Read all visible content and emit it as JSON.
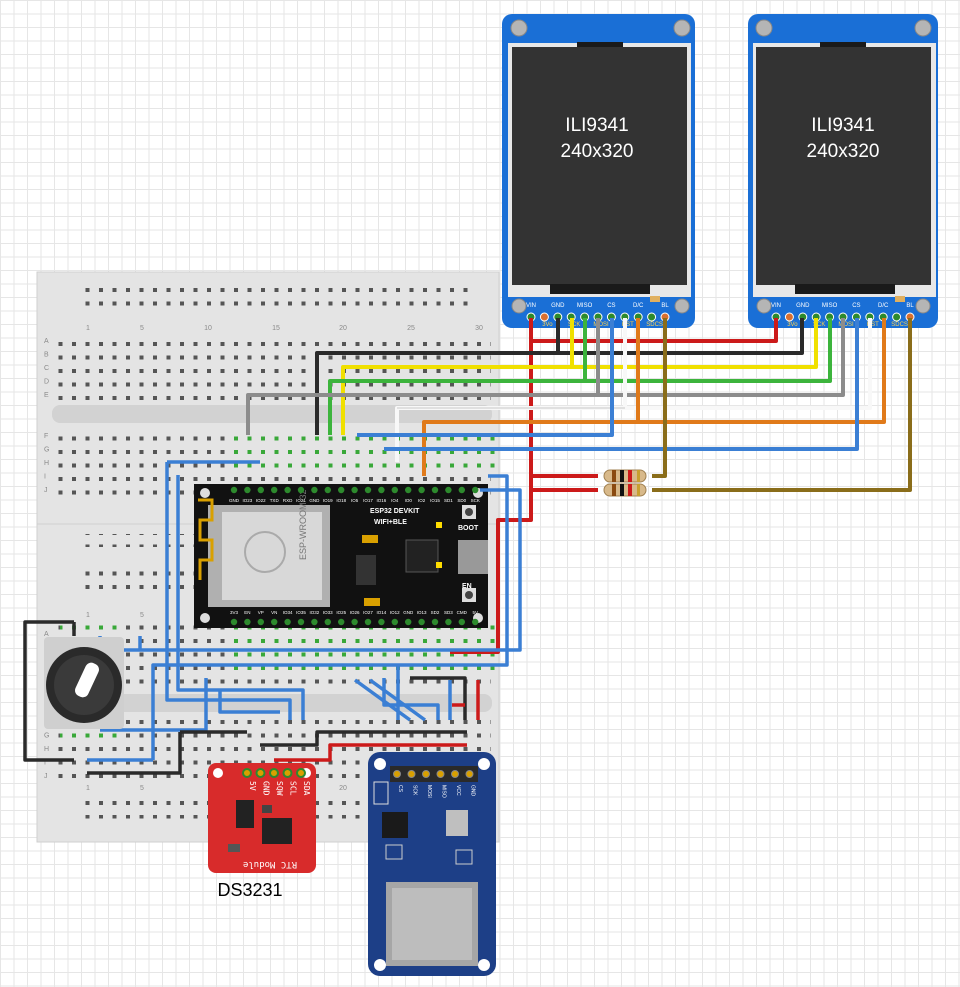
{
  "displays": [
    {
      "model": "ILI9341",
      "resolution": "240x320",
      "pins": [
        "VIN",
        "GND",
        "MISO",
        "CS",
        "D/C",
        "BL"
      ],
      "sub_pins": [
        "3Vo",
        "SCK",
        "MOSI",
        "RST",
        "SDCS"
      ]
    },
    {
      "model": "ILI9341",
      "resolution": "240x320",
      "pins": [
        "VIN",
        "GND",
        "MISO",
        "CS",
        "D/C",
        "BL"
      ],
      "sub_pins": [
        "3Vo",
        "SCK",
        "MOSI",
        "RST",
        "SDCS"
      ]
    }
  ],
  "breadboard": {
    "col_numbers": [
      "1",
      "5",
      "10",
      "15",
      "20",
      "25",
      "30"
    ],
    "rows_top": [
      "A",
      "B",
      "C",
      "D",
      "E"
    ],
    "rows_bottom": [
      "F",
      "G",
      "H",
      "I",
      "J"
    ],
    "lower_col_numbers": [
      "1",
      "5",
      "20"
    ]
  },
  "esp32": {
    "title": "ESP32 DEVKIT",
    "subtitle": "WIFI+BLE",
    "boot_label": "BOOT",
    "en_label": "EN",
    "module_text": "ESP-WROOM-32",
    "top_pins": [
      "GND",
      "IO23",
      "IO22",
      "TXD",
      "RXD",
      "IO21",
      "GND",
      "IO19",
      "IO18",
      "IO5",
      "IO17",
      "IO16",
      "IO4",
      "IO0",
      "IO2",
      "IO15",
      "SD1",
      "SD0",
      "SCK"
    ],
    "bottom_pins": [
      "3V3",
      "EN",
      "VP",
      "VN",
      "IO34",
      "IO35",
      "IO32",
      "IO33",
      "IO25",
      "IO26",
      "IO27",
      "IO14",
      "IO12",
      "GND",
      "IO13",
      "SD2",
      "SD3",
      "CMD",
      "5V"
    ]
  },
  "rtc": {
    "caption": "DS3231",
    "pins": [
      "5V",
      "GND",
      "SQW",
      "SCL",
      "SDA"
    ],
    "board_label": "RTC Module"
  },
  "sdcard": {
    "pins": [
      "CS",
      "SCK",
      "MOSI",
      "MISO",
      "VCC",
      "GND"
    ]
  },
  "wire_colors": {
    "red": "#cc1a1a",
    "black": "#2a2a2a",
    "yellow": "#f0e000",
    "green": "#3cb43c",
    "gray": "#8c8c8c",
    "white": "#ffffff",
    "blue": "#3b7fd4",
    "orange": "#e07a1a",
    "olive": "#8a6d1a"
  }
}
